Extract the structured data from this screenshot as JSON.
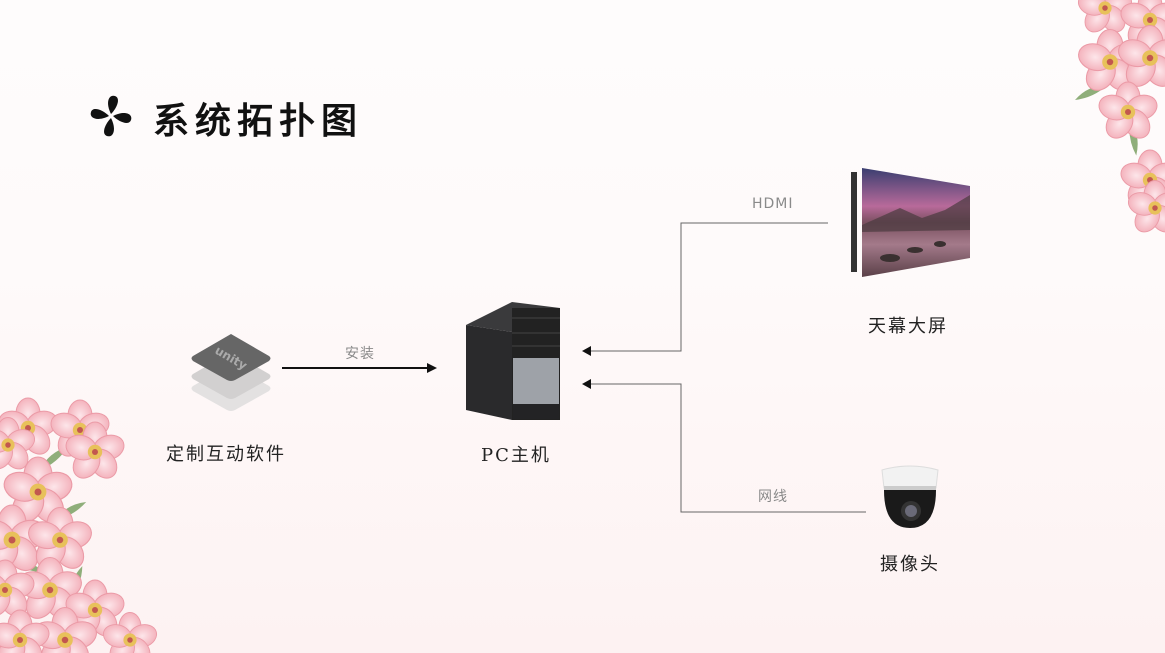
{
  "slide": {
    "title": "系统拓扑图",
    "title_icon": "four-petal-flower-icon",
    "decoration": "cherry-blossom-branches"
  },
  "nodes": {
    "software": {
      "label": "定制互动软件",
      "icon": "unity-logo-icon"
    },
    "pc": {
      "label": "PC主机",
      "icon": "pc-tower-icon"
    },
    "screen": {
      "label": "天幕大屏",
      "icon": "led-wall-screen-icon"
    },
    "camera": {
      "label": "摄像头",
      "icon": "ptz-dome-camera-icon"
    }
  },
  "edges": {
    "software_to_pc": {
      "label": "安装"
    },
    "pc_to_screen": {
      "label": "HDMI"
    },
    "pc_to_camera": {
      "label": "网线"
    }
  },
  "unity_logo_text": "unity",
  "colors": {
    "title": "#111111",
    "arrow_main": "#111111",
    "connector": "#555555",
    "edge_label": "#8a8a8a",
    "blossom": "#f4b5bd",
    "leaf": "#8fae7a"
  }
}
